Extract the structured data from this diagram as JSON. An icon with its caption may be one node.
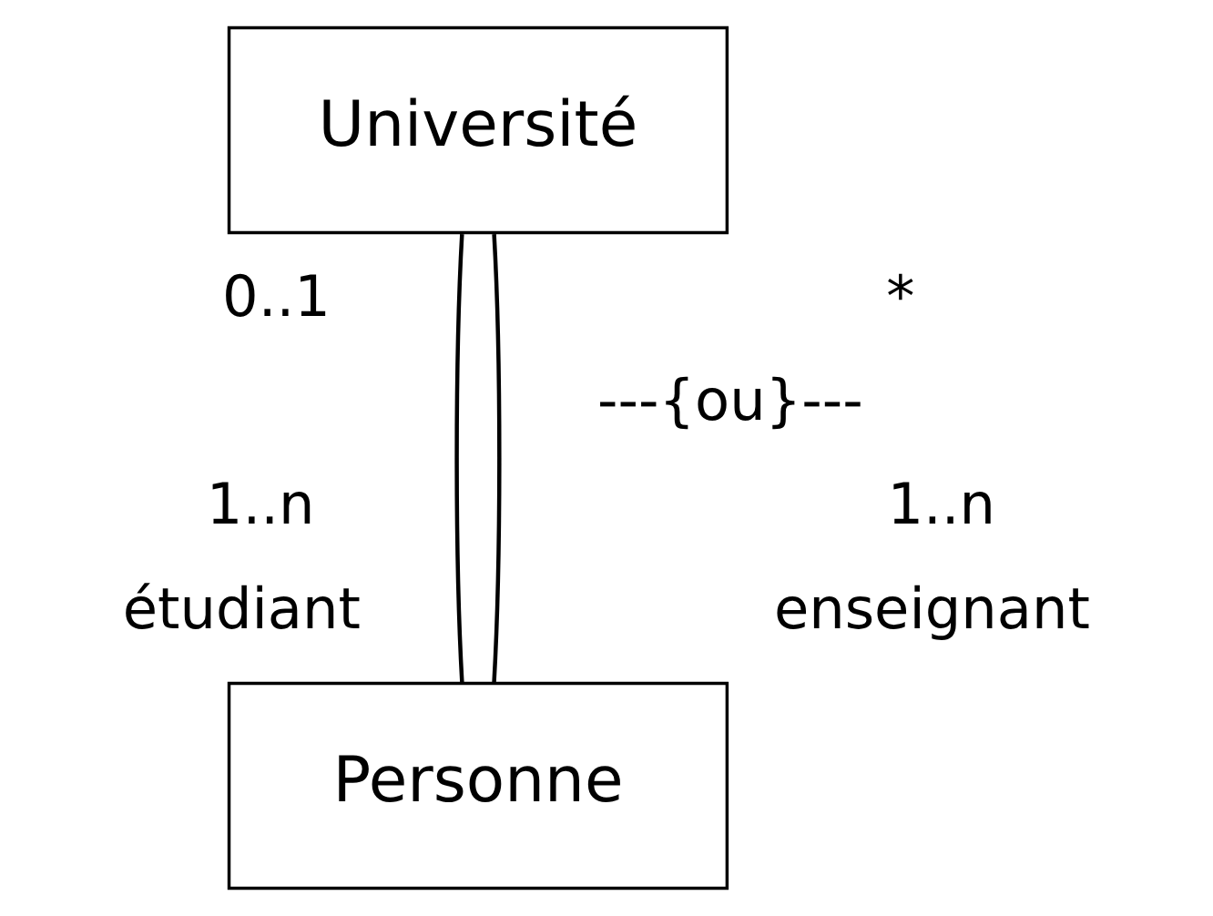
{
  "diagram": {
    "nodes": [
      {
        "text": [
          "Université"
        ]
      },
      {
        "text": [
          "Personne"
        ]
      }
    ],
    "edges": [
      {
        "from": 0,
        "to": 1,
        "arrow": "none"
      },
      {
        "from": 0,
        "to": 1,
        "arrow": "none"
      }
    ],
    "labels": [
      "0..1",
      "*",
      "---{ou}---",
      "1..n",
      "1..n",
      "étudiant",
      "enseignant"
    ]
  }
}
